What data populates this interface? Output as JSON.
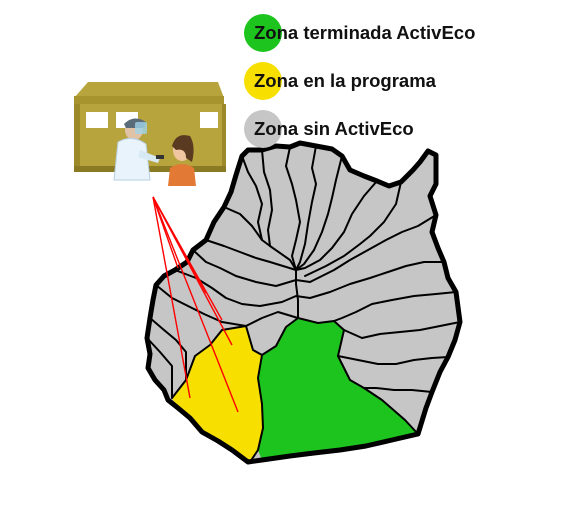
{
  "legend": {
    "items": [
      {
        "label": "Zona terminada ActivEco",
        "status": "completed",
        "color": "#1ec41e"
      },
      {
        "label": "Zona en la programa",
        "status": "scheduled",
        "color": "#f7df00"
      },
      {
        "label": "Zona sin ActivEco",
        "status": "none",
        "color": "#c6c6c6"
      }
    ]
  },
  "map": {
    "region_colors": {
      "completed": "#1ec41e",
      "scheduled": "#f7df00",
      "none": "#c6c6c6"
    },
    "border_color": "#000000",
    "pointer_color": "#ff0000"
  },
  "illustration": {
    "icon": "mobile-testing-tent-icon",
    "tent_color": "#b8a43c"
  }
}
